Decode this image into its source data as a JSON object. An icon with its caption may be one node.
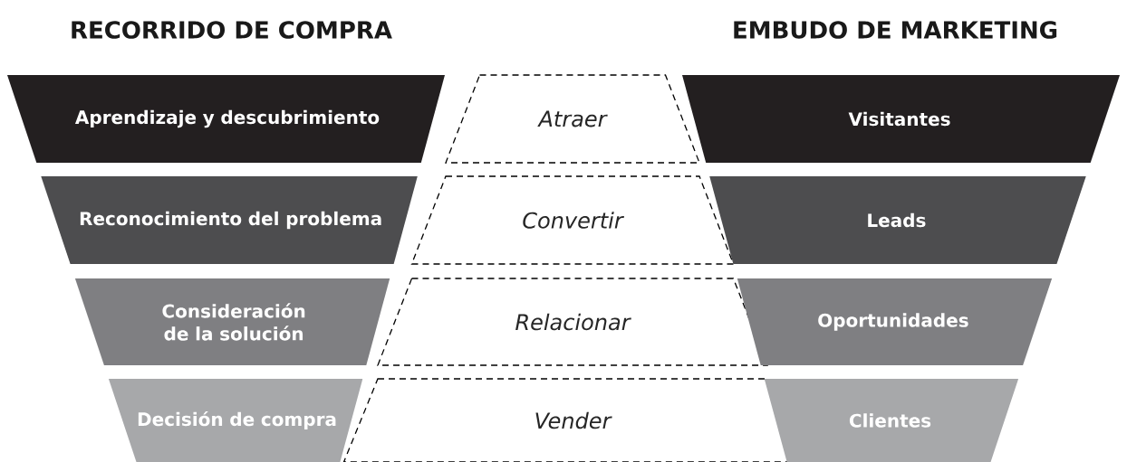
{
  "diagram": {
    "nodes": [
      {
        "text": [
          "Aprendizaje y descubrimiento"
        ]
      },
      {
        "text": [
          "Atraer"
        ]
      },
      {
        "text": [
          "Visitantes"
        ]
      },
      {
        "text": [
          "Reconocimiento del problema"
        ]
      },
      {
        "text": [
          "Convertir"
        ]
      },
      {
        "text": [
          "Leads"
        ]
      },
      {
        "text": [
          "Consideración de la solución"
        ]
      },
      {
        "text": [
          "Relacionar"
        ]
      },
      {
        "text": [
          "Oportunidades"
        ]
      },
      {
        "text": [
          "Decisión de compra"
        ]
      },
      {
        "text": [
          "Vender"
        ]
      },
      {
        "text": [
          "Clientes"
        ]
      }
    ],
    "labels": [
      "RECORRIDO DE COMPRA",
      "EMBUDO DE MARKETING"
    ]
  }
}
